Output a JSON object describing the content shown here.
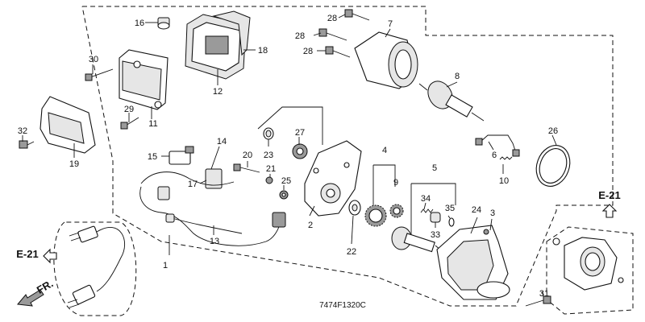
{
  "diagram": {
    "drawing_code": "7474F1320C",
    "refs": {
      "left": "E-21",
      "right": "E-21",
      "front": "FR."
    },
    "callouts": [
      {
        "id": "c1",
        "label": "1"
      },
      {
        "id": "c2",
        "label": "2"
      },
      {
        "id": "c3",
        "label": "3"
      },
      {
        "id": "c4",
        "label": "4"
      },
      {
        "id": "c5",
        "label": "5"
      },
      {
        "id": "c6",
        "label": "6"
      },
      {
        "id": "c7",
        "label": "7"
      },
      {
        "id": "c8",
        "label": "8"
      },
      {
        "id": "c9",
        "label": "9"
      },
      {
        "id": "c10",
        "label": "10"
      },
      {
        "id": "c11",
        "label": "11"
      },
      {
        "id": "c12",
        "label": "12"
      },
      {
        "id": "c13",
        "label": "13"
      },
      {
        "id": "c14",
        "label": "14"
      },
      {
        "id": "c15",
        "label": "15"
      },
      {
        "id": "c16",
        "label": "16"
      },
      {
        "id": "c17",
        "label": "17"
      },
      {
        "id": "c18",
        "label": "18"
      },
      {
        "id": "c19",
        "label": "19"
      },
      {
        "id": "c20",
        "label": "20"
      },
      {
        "id": "c21",
        "label": "21"
      },
      {
        "id": "c22",
        "label": "22"
      },
      {
        "id": "c23",
        "label": "23"
      },
      {
        "id": "c24",
        "label": "24"
      },
      {
        "id": "c25",
        "label": "25"
      },
      {
        "id": "c26",
        "label": "26"
      },
      {
        "id": "c27",
        "label": "27"
      },
      {
        "id": "c28a",
        "label": "28"
      },
      {
        "id": "c28b",
        "label": "28"
      },
      {
        "id": "c28c",
        "label": "28"
      },
      {
        "id": "c29",
        "label": "29"
      },
      {
        "id": "c30",
        "label": "30"
      },
      {
        "id": "c31",
        "label": "31"
      },
      {
        "id": "c32",
        "label": "32"
      },
      {
        "id": "c33",
        "label": "33"
      },
      {
        "id": "c34",
        "label": "34"
      },
      {
        "id": "c35",
        "label": "35"
      }
    ]
  }
}
